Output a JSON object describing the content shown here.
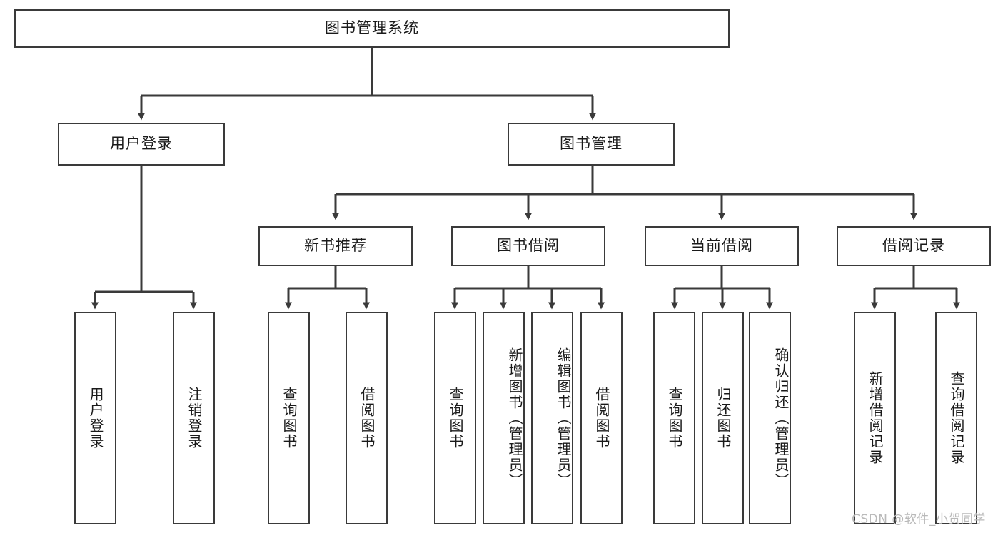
{
  "diagram": {
    "title": "图书管理系统",
    "type": "tree-hierarchy-chart",
    "root": {
      "label": "图书管理系统"
    },
    "level2": [
      {
        "label": "用户登录"
      },
      {
        "label": "图书管理"
      }
    ],
    "level3": [
      {
        "label": "新书推荐"
      },
      {
        "label": "图书借阅"
      },
      {
        "label": "当前借阅"
      },
      {
        "label": "借阅记录"
      }
    ],
    "leaves_user_login": [
      {
        "label": "用户登录"
      },
      {
        "label": "注销登录"
      }
    ],
    "leaves_new_book": [
      {
        "label": "查询图书"
      },
      {
        "label": "借阅图书"
      }
    ],
    "leaves_borrow": [
      {
        "label": "查询图书"
      },
      {
        "label": "新增图书（管理员）"
      },
      {
        "label": "编辑图书（管理员）"
      },
      {
        "label": "借阅图书"
      }
    ],
    "leaves_current": [
      {
        "label": "查询图书"
      },
      {
        "label": "归还图书"
      },
      {
        "label": "确认归还（管理员）"
      }
    ],
    "leaves_record": [
      {
        "label": "新增借阅记录"
      },
      {
        "label": "查询借阅记录"
      }
    ]
  },
  "watermark": {
    "text": "CSDN @软件_小贺同学"
  },
  "colors": {
    "stroke": "#3a3a3a",
    "background": "#ffffff",
    "text": "#1a1a1a",
    "watermark": "#b9b9b9"
  }
}
